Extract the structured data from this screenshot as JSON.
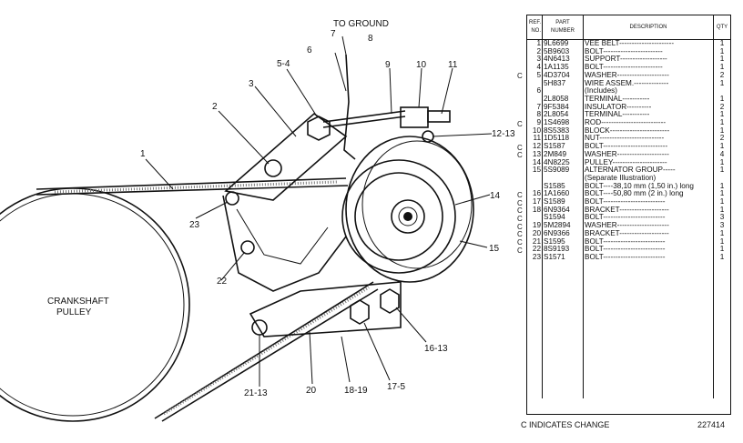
{
  "diagram": {
    "ground_label": "TO GROUND",
    "pulley_label_1": "CRANKSHAFT",
    "pulley_label_2": "PULLEY",
    "callouts": [
      "1",
      "2",
      "3",
      "5-4",
      "6",
      "7",
      "8",
      "9",
      "10",
      "11",
      "12-13",
      "14",
      "15",
      "16-13",
      "17-5",
      "18-19",
      "20",
      "21-13",
      "22",
      "23"
    ]
  },
  "parts_table": {
    "headers": {
      "ref": "REF. NO.",
      "part": "PART NUMBER",
      "desc": "DESCRIPTION",
      "qty": "QTY"
    },
    "rows": [
      {
        "ref": "1",
        "part": "9L6699",
        "desc": "VEE BELT----------------------",
        "qty": "1",
        "c": ""
      },
      {
        "ref": "2",
        "part": "5B9603",
        "desc": "BOLT------------------------",
        "qty": "1",
        "c": ""
      },
      {
        "ref": "3",
        "part": "4N6413",
        "desc": "SUPPORT-------------------",
        "qty": "1",
        "c": ""
      },
      {
        "ref": "4",
        "part": "1A1135",
        "desc": "BOLT------------------------",
        "qty": "1",
        "c": ""
      },
      {
        "ref": "5",
        "part": "4D3704",
        "desc": "WASHER---------------------",
        "qty": "2",
        "c": "C"
      },
      {
        "ref": "",
        "part": "5H837",
        "desc": "WIRE ASSEM.--------------",
        "qty": "1",
        "c": ""
      },
      {
        "ref": "6",
        "part": "",
        "desc": "(Includes)",
        "qty": "",
        "c": ""
      },
      {
        "ref": "",
        "part": "2L8058",
        "desc": "TERMINAL-----------",
        "qty": "1",
        "c": ""
      },
      {
        "ref": "7",
        "part": "9F5384",
        "desc": "INSULATOR----------",
        "qty": "2",
        "c": ""
      },
      {
        "ref": "8",
        "part": "2L8054",
        "desc": "TERMINAL-----------",
        "qty": "1",
        "c": ""
      },
      {
        "ref": "9",
        "part": "1S4698",
        "desc": "ROD--------------------------",
        "qty": "1",
        "c": "C"
      },
      {
        "ref": "10",
        "part": "8S5383",
        "desc": "BLOCK------------------------",
        "qty": "1",
        "c": ""
      },
      {
        "ref": "11",
        "part": "1D5118",
        "desc": "NUT--------------------------",
        "qty": "2",
        "c": ""
      },
      {
        "ref": "12",
        "part": "S1587",
        "desc": "BOLT--------------------------",
        "qty": "1",
        "c": "C"
      },
      {
        "ref": "13",
        "part": "2M849",
        "desc": "WASHER---------------------",
        "qty": "4",
        "c": "C"
      },
      {
        "ref": "14",
        "part": "4N8225",
        "desc": "PULLEY----------------------",
        "qty": "1",
        "c": ""
      },
      {
        "ref": "15",
        "part": "5S9089",
        "desc": "ALTERNATOR GROUP-----",
        "qty": "1",
        "c": ""
      },
      {
        "ref": "",
        "part": "",
        "desc": "(Separate Illustration)",
        "qty": "",
        "c": ""
      },
      {
        "ref": "",
        "part": "S1585",
        "desc": "BOLT----38,10 mm (1,50 in.) long",
        "qty": "1",
        "c": ""
      },
      {
        "ref": "16",
        "part": "1A1660",
        "desc": "BOLT----50,80 mm (2 in.) long",
        "qty": "1",
        "c": "C"
      },
      {
        "ref": "17",
        "part": "S1589",
        "desc": "BOLT-------------------------",
        "qty": "1",
        "c": "C"
      },
      {
        "ref": "18",
        "part": "6N9364",
        "desc": "BRACKET--------------------",
        "qty": "1",
        "c": "C"
      },
      {
        "ref": "",
        "part": "S1594",
        "desc": "BOLT-------------------------",
        "qty": "3",
        "c": "C"
      },
      {
        "ref": "19",
        "part": "5M2894",
        "desc": "WASHER---------------------",
        "qty": "3",
        "c": "C"
      },
      {
        "ref": "20",
        "part": "6N9366",
        "desc": "BRACKET--------------------",
        "qty": "1",
        "c": "C"
      },
      {
        "ref": "21",
        "part": "S1595",
        "desc": "BOLT-------------------------",
        "qty": "1",
        "c": "C"
      },
      {
        "ref": "22",
        "part": "8S9193",
        "desc": "BOLT-------------------------",
        "qty": "1",
        "c": "C"
      },
      {
        "ref": "23",
        "part": "S1571",
        "desc": "BOLT-------------------------",
        "qty": "1",
        "c": ""
      }
    ]
  },
  "footer": {
    "note": "C  INDICATES CHANGE",
    "plate_number": "227414"
  }
}
